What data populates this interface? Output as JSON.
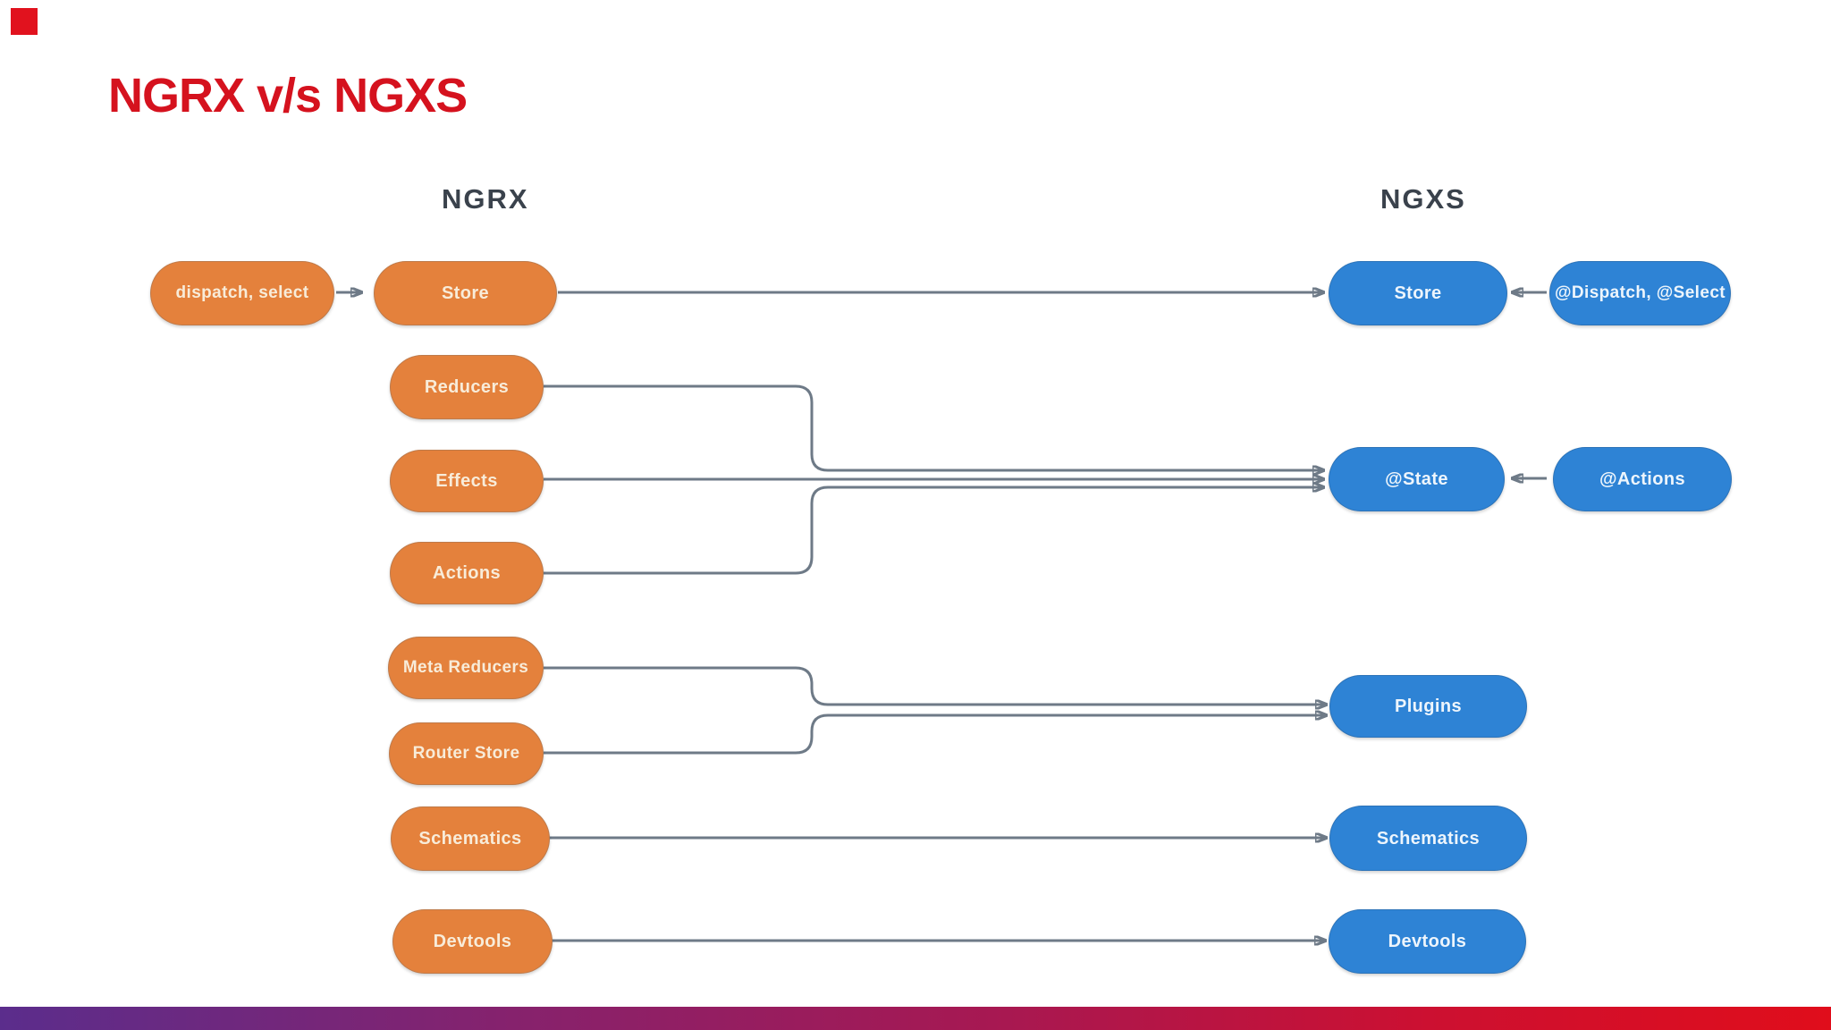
{
  "title": "NGRX v/s NGXS",
  "columns": {
    "left": "NGRX",
    "right": "NGXS"
  },
  "nodes": {
    "dispatch_select": "dispatch, select",
    "ngrx_store": "Store",
    "reducers": "Reducers",
    "effects": "Effects",
    "actions": "Actions",
    "meta_reducers": "Meta Reducers",
    "router_store": "Router Store",
    "ngrx_schematics": "Schematics",
    "ngrx_devtools": "Devtools",
    "ngxs_store": "Store",
    "dispatch_select_decorators": "@Dispatch, @Select",
    "state_decorator": "@State",
    "actions_decorator": "@Actions",
    "plugins": "Plugins",
    "ngxs_schematics": "Schematics",
    "ngxs_devtools": "Devtools"
  },
  "edges": [
    {
      "from": "dispatch, select",
      "to": "Store (NGRX)",
      "arrow": "right"
    },
    {
      "from": "Store (NGRX)",
      "to": "Store (NGXS)",
      "arrow": "right"
    },
    {
      "from": "@Dispatch, @Select",
      "to": "Store (NGXS)",
      "arrow": "left"
    },
    {
      "from": "Reducers",
      "to": "@State",
      "arrow": "right"
    },
    {
      "from": "Effects",
      "to": "@State",
      "arrow": "right"
    },
    {
      "from": "Actions",
      "to": "@State",
      "arrow": "right"
    },
    {
      "from": "@Actions",
      "to": "@State",
      "arrow": "left"
    },
    {
      "from": "Meta Reducers",
      "to": "Plugins",
      "arrow": "right"
    },
    {
      "from": "Router Store",
      "to": "Plugins",
      "arrow": "right"
    },
    {
      "from": "Schematics (NGRX)",
      "to": "Schematics (NGXS)",
      "arrow": "right"
    },
    {
      "from": "Devtools (NGRX)",
      "to": "Devtools (NGXS)",
      "arrow": "right"
    }
  ],
  "colors": {
    "ngrx_node": "#e4813c",
    "ngxs_node": "#2e83d5",
    "title_red": "#d5121e",
    "connector_gray": "#6e7a87",
    "header_text": "#3a424c",
    "footer_gradient": [
      "#5b2d8c",
      "#86226d",
      "#a81851",
      "#cc1031",
      "#e00d1b"
    ]
  }
}
